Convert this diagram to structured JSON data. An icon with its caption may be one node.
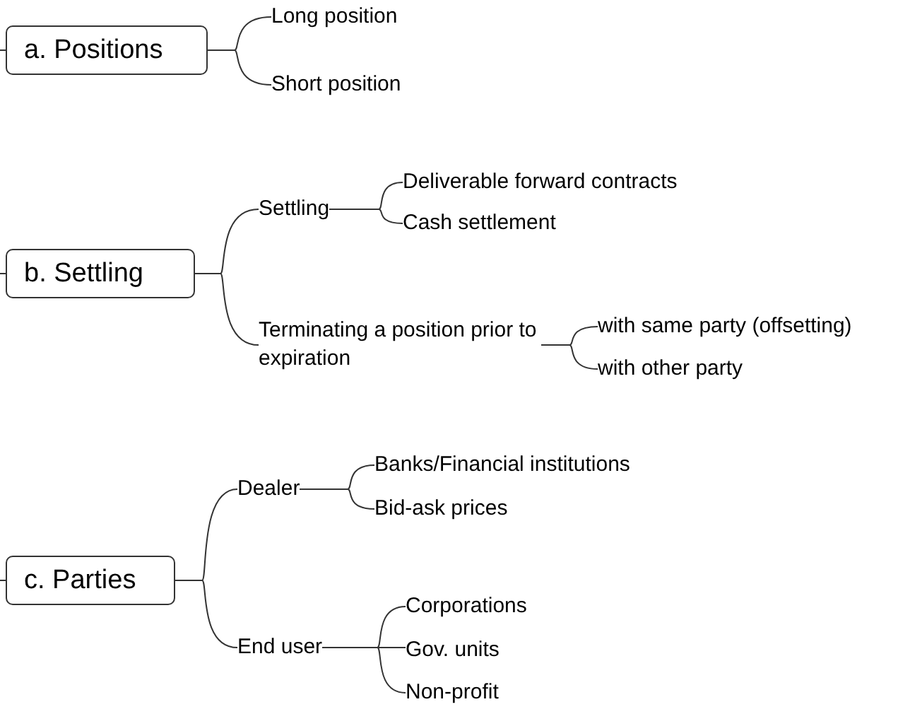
{
  "diagram": {
    "nodes": [
      {
        "text": [
          "a. Positions"
        ]
      },
      {
        "text": [
          "Long position"
        ]
      },
      {
        "text": [
          "Short position"
        ]
      },
      {
        "text": [
          "b. Settling"
        ]
      },
      {
        "text": [
          "Settling"
        ]
      },
      {
        "text": [
          "Terminating a position prior to expiration"
        ]
      },
      {
        "text": [
          "Deliverable forward contracts"
        ]
      },
      {
        "text": [
          "Cash settlement"
        ]
      },
      {
        "text": [
          "with same party (offsetting)"
        ]
      },
      {
        "text": [
          "with other party"
        ]
      },
      {
        "text": [
          "c. Parties"
        ]
      },
      {
        "text": [
          "Dealer"
        ]
      },
      {
        "text": [
          "End user"
        ]
      },
      {
        "text": [
          "Banks/Financial institutions"
        ]
      },
      {
        "text": [
          "Bid-ask prices"
        ]
      },
      {
        "text": [
          "Corporations"
        ]
      },
      {
        "text": [
          "Gov. units"
        ]
      },
      {
        "text": [
          "Non-profit"
        ]
      }
    ],
    "edges": [
      {
        "from": null,
        "to": 0,
        "arrow": "none"
      },
      {
        "from": 0,
        "to": 1,
        "arrow": "none"
      },
      {
        "from": 0,
        "to": 2,
        "arrow": "none"
      },
      {
        "from": null,
        "to": 3,
        "arrow": "none"
      },
      {
        "from": 3,
        "to": 4,
        "arrow": "none"
      },
      {
        "from": 3,
        "to": 5,
        "arrow": "none"
      },
      {
        "from": 4,
        "to": 6,
        "arrow": "none"
      },
      {
        "from": 4,
        "to": 7,
        "arrow": "none"
      },
      {
        "from": 5,
        "to": 8,
        "arrow": "none"
      },
      {
        "from": 5,
        "to": 9,
        "arrow": "none"
      },
      {
        "from": null,
        "to": 10,
        "arrow": "none"
      },
      {
        "from": 10,
        "to": 11,
        "arrow": "none"
      },
      {
        "from": 10,
        "to": 12,
        "arrow": "none"
      },
      {
        "from": 11,
        "to": 13,
        "arrow": "none"
      },
      {
        "from": 11,
        "to": 14,
        "arrow": "none"
      },
      {
        "from": 12,
        "to": 15,
        "arrow": "none"
      },
      {
        "from": 12,
        "to": 16,
        "arrow": "none"
      },
      {
        "from": 12,
        "to": 17,
        "arrow": "none"
      }
    ]
  }
}
